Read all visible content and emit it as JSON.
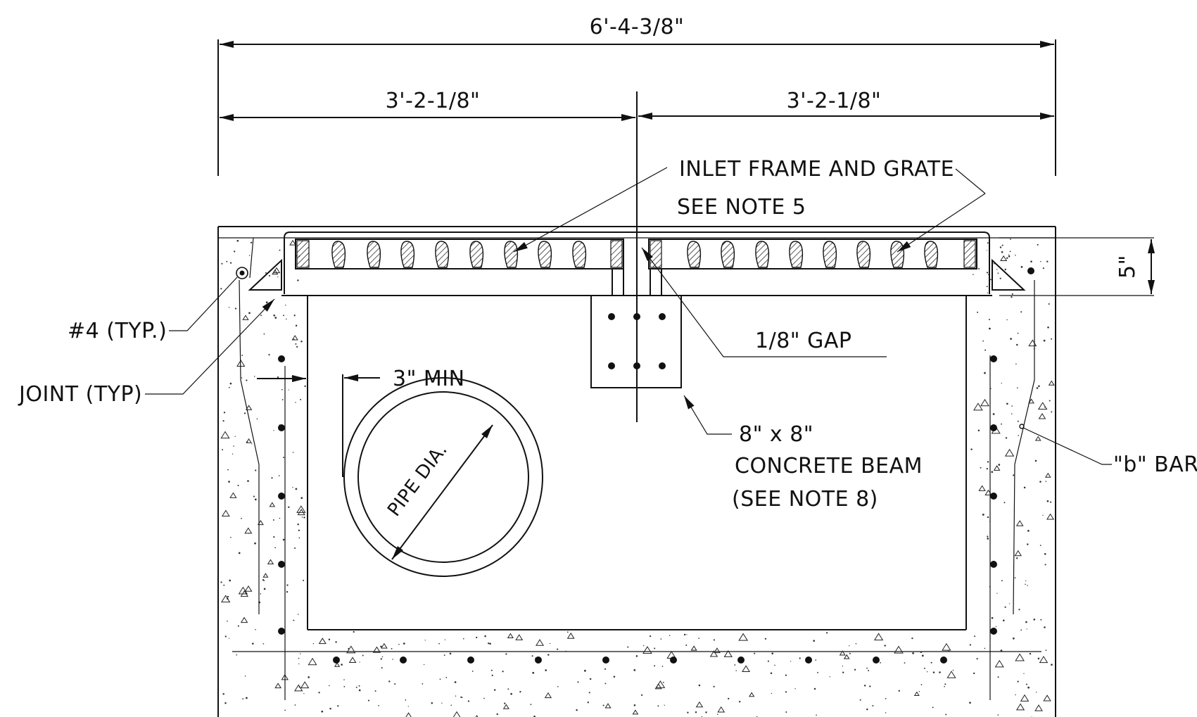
{
  "dimensions": {
    "overall_width": "6'-4-3/8\"",
    "left_half": "3'-2-1/8\"",
    "right_half": "3'-2-1/8\"",
    "frame_depth": "5\""
  },
  "labels": {
    "inlet_frame_line1": "INLET FRAME AND GRATE",
    "inlet_frame_line2": "SEE NOTE 5",
    "rebar": "#4 (TYP.)",
    "joint": "JOINT (TYP)",
    "min_clear": "3\" MIN",
    "pipe": "PIPE DIA.",
    "gap": "1/8\" GAP",
    "beam_line1": "8\" x 8\"",
    "beam_line2": "CONCRETE BEAM",
    "beam_line3": "(SEE NOTE 8)",
    "b_bar": "\"b\" BAR"
  },
  "colors": {
    "ink": "#111111",
    "paper": "#ffffff"
  }
}
